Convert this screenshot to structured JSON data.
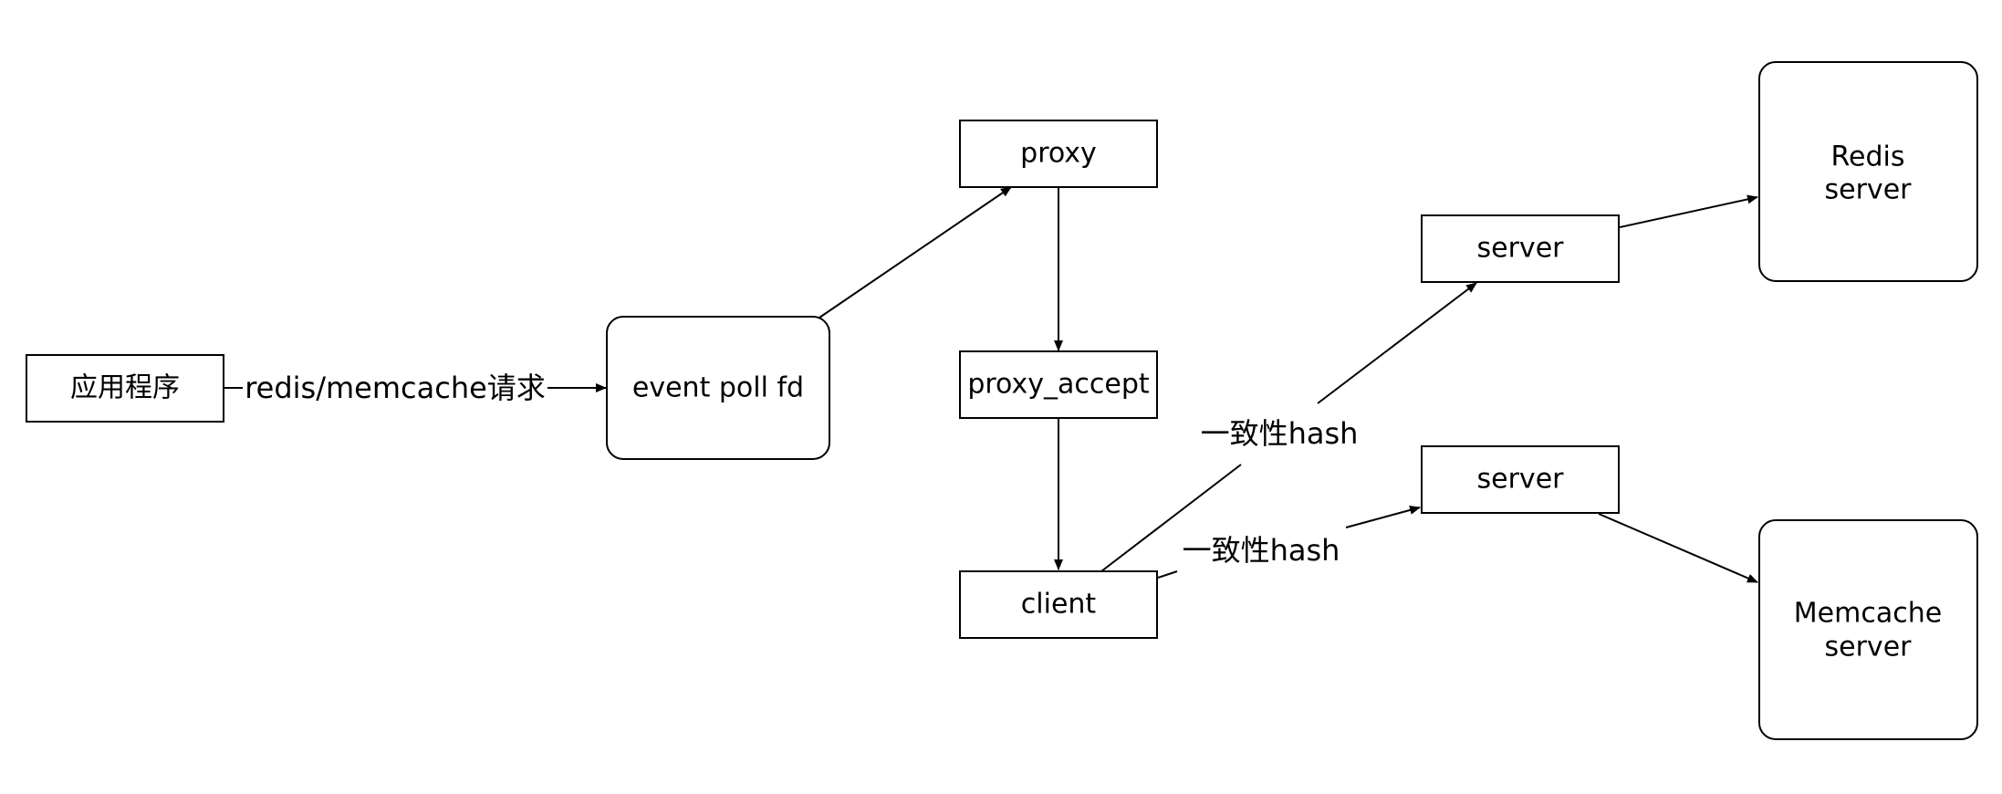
{
  "diagram": {
    "nodes": {
      "app": {
        "label": "应用程序"
      },
      "event_poll": {
        "label": "event poll fd"
      },
      "proxy": {
        "label": "proxy"
      },
      "proxy_accept": {
        "label": "proxy_accept"
      },
      "client": {
        "label": "client"
      },
      "server_top": {
        "label": "server"
      },
      "server_bottom": {
        "label": "server"
      },
      "redis": {
        "label_line1": "Redis",
        "label_line2": "server"
      },
      "memcache": {
        "label_line1": "Memcache",
        "label_line2": "server"
      }
    },
    "edges": {
      "app_to_event": {
        "label": "redis/memcache请求"
      },
      "client_to_server_top": {
        "label": "一致性hash"
      },
      "client_to_server_bottom": {
        "label": "一致性hash"
      }
    },
    "colors": {
      "stroke": "#000000",
      "fill": "#ffffff",
      "text": "#000000"
    }
  }
}
